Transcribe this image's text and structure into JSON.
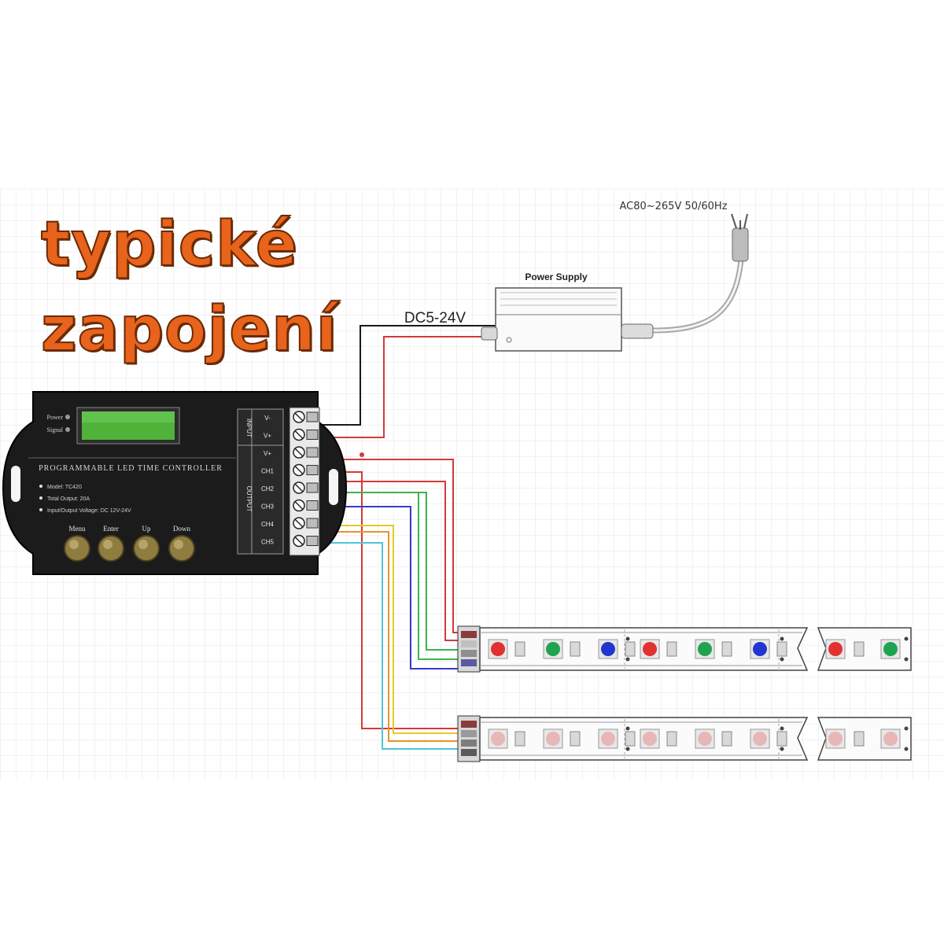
{
  "title": {
    "line1": "typické",
    "line2": "zapojení",
    "color": "#e8631b",
    "outline": "#6b2a06"
  },
  "power_supply": {
    "label": "Power Supply",
    "ac_input": "AC80~265V 50/60Hz",
    "dc_output": "DC5-24V"
  },
  "controller": {
    "name": "PROGRAMMABLE LED TIME CONTROLLER",
    "indicator_power": "Power",
    "indicator_signal": "Signal",
    "spec_model": "Model: TC420",
    "spec_output": "Total Output: 20A",
    "spec_voltage": "Input/Output Voltage: DC 12V-24V",
    "group_input": "INPUT",
    "group_output": "OUTPUT",
    "terminals": [
      "V-",
      "V+",
      "V+",
      "CH1",
      "CH2",
      "CH3",
      "CH4",
      "CH5"
    ],
    "buttons": [
      "Menu",
      "Enter",
      "Up",
      "Down"
    ],
    "lcd_color": "#4fb33a",
    "body_color": "#1b1b1b"
  },
  "wire_colors": {
    "black": "#1a1a1a",
    "red": "#d33a3a",
    "green": "#3fb34f",
    "blue": "#3a3acc",
    "yellow": "#e0cc2a",
    "orange": "#e8952a",
    "cyan": "#4fc4d6"
  },
  "led_colors": {
    "red": "#e23131",
    "green": "#1fa350",
    "blue": "#2236cf",
    "off": "#e7b7b7"
  }
}
